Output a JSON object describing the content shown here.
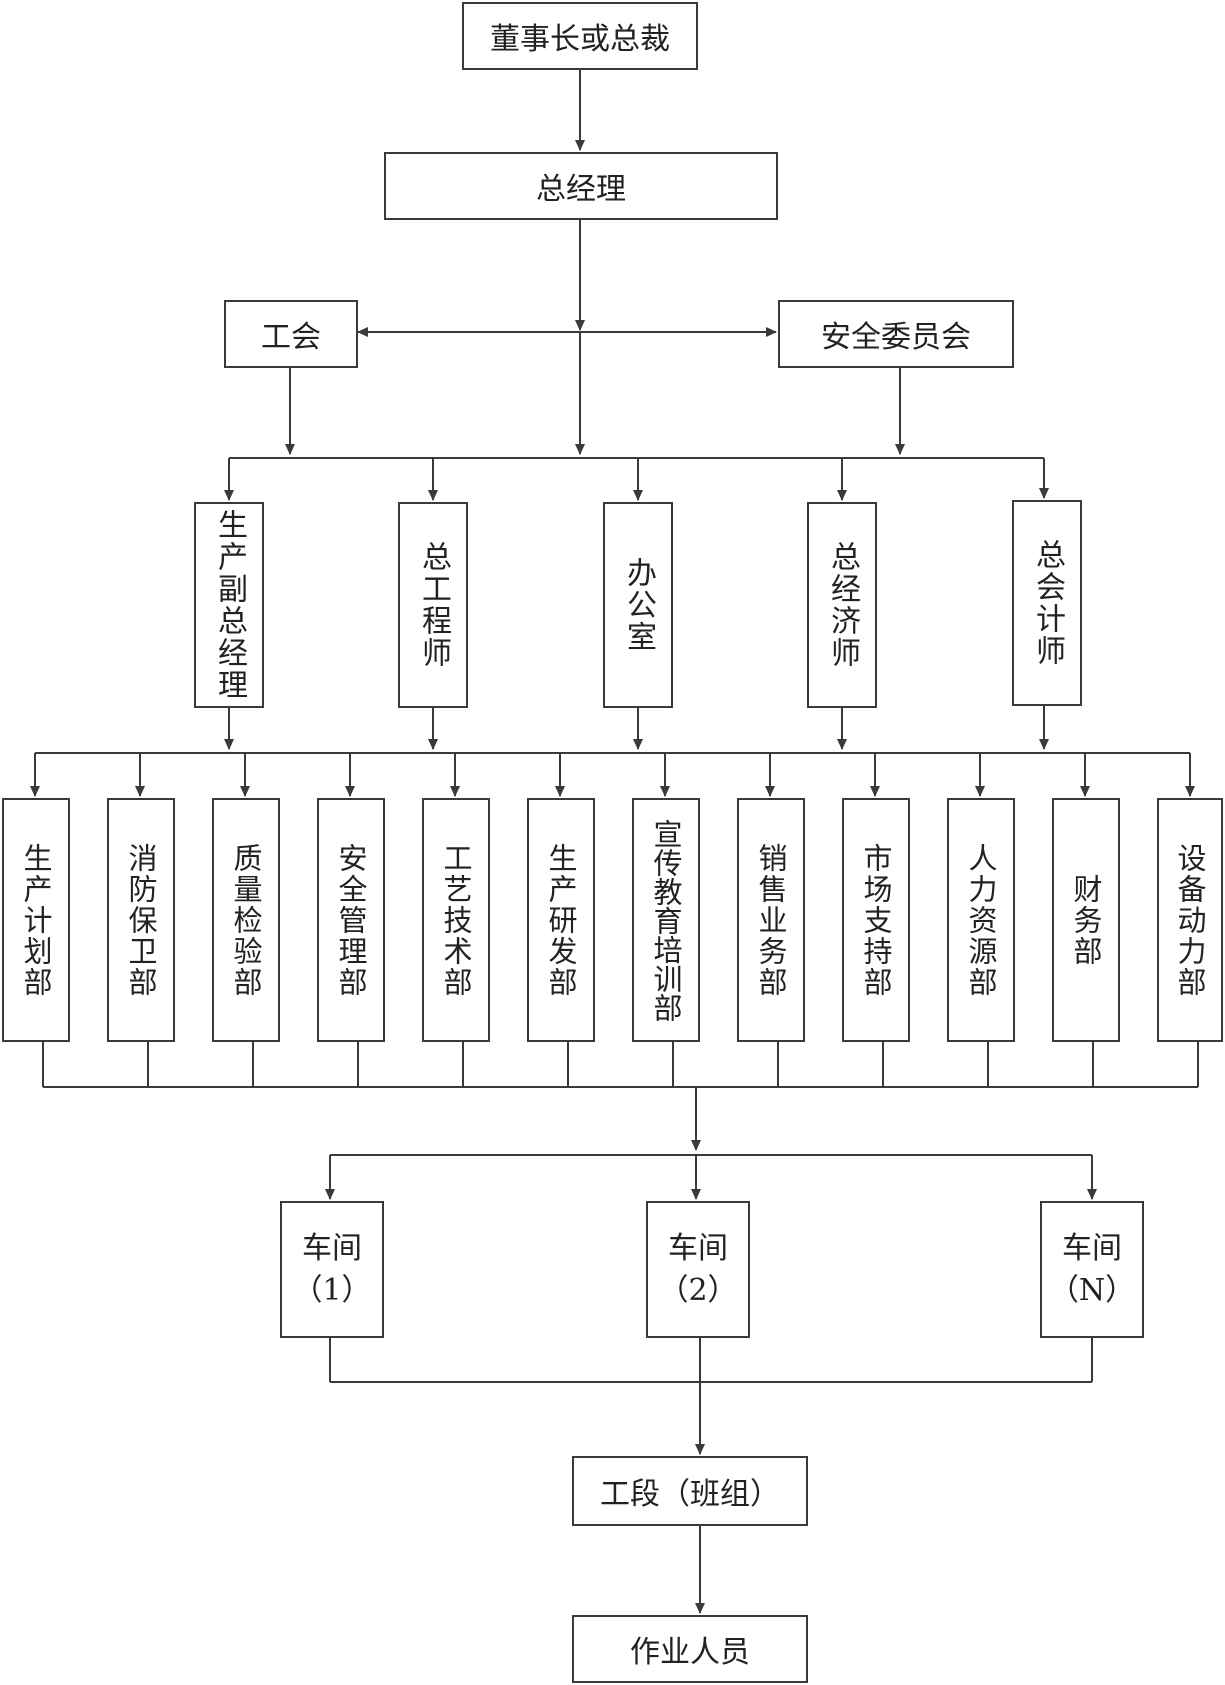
{
  "top": {
    "chairman": "董事长或总裁",
    "general_manager": "总经理",
    "union": "工会",
    "safety_committee": "安全委员会"
  },
  "executives": [
    "生产副总经理",
    "总工程师",
    "办公室",
    "总经济师",
    "总会计师"
  ],
  "departments": [
    "生产计划部",
    "消防保卫部",
    "质量检验部",
    "安全管理部",
    "工艺技术部",
    "生产研发部",
    "宣传教育培训部",
    "销售业务部",
    "市场支持部",
    "人力资源部",
    "财务部",
    "设备动力部"
  ],
  "workshops": [
    {
      "label": "车间",
      "number": "（1）"
    },
    {
      "label": "车间",
      "number": "（2）"
    },
    {
      "label": "车间",
      "number": "（N）"
    }
  ],
  "section": "工段（班组）",
  "workers": "作业人员",
  "colors": {
    "line": "#3a3a3a",
    "border": "#3a3a3a"
  }
}
